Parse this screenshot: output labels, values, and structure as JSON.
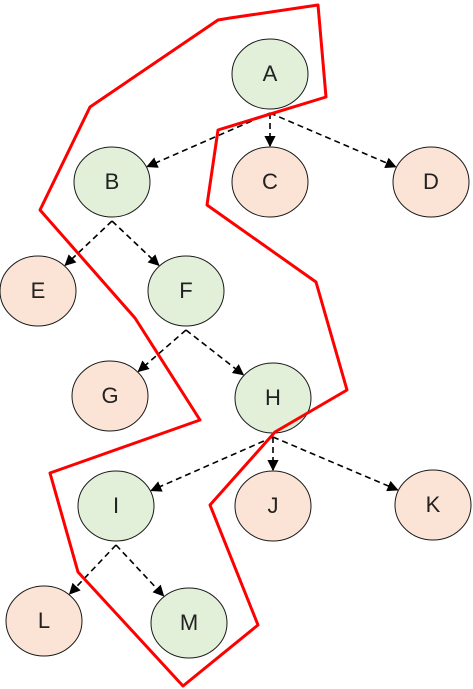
{
  "diagram": {
    "colors": {
      "visited_fill": "#e2efd9",
      "unvisited_fill": "#fbe4d5",
      "node_stroke": "#1a1a1a",
      "edge": "#000000",
      "path": "#ff0000"
    },
    "nodes": [
      {
        "id": "A",
        "label": "A",
        "visited": true
      },
      {
        "id": "B",
        "label": "B",
        "visited": true
      },
      {
        "id": "C",
        "label": "C",
        "visited": false
      },
      {
        "id": "D",
        "label": "D",
        "visited": false
      },
      {
        "id": "E",
        "label": "E",
        "visited": false
      },
      {
        "id": "F",
        "label": "F",
        "visited": true
      },
      {
        "id": "G",
        "label": "G",
        "visited": false
      },
      {
        "id": "H",
        "label": "H",
        "visited": true
      },
      {
        "id": "I",
        "label": "I",
        "visited": true
      },
      {
        "id": "J",
        "label": "J",
        "visited": false
      },
      {
        "id": "K",
        "label": "K",
        "visited": false
      },
      {
        "id": "L",
        "label": "L",
        "visited": false
      },
      {
        "id": "M",
        "label": "M",
        "visited": true
      }
    ],
    "edges": [
      {
        "from": "A",
        "to": "B"
      },
      {
        "from": "A",
        "to": "C"
      },
      {
        "from": "A",
        "to": "D"
      },
      {
        "from": "B",
        "to": "E"
      },
      {
        "from": "B",
        "to": "F"
      },
      {
        "from": "F",
        "to": "G"
      },
      {
        "from": "F",
        "to": "H"
      },
      {
        "from": "H",
        "to": "I"
      },
      {
        "from": "H",
        "to": "J"
      },
      {
        "from": "H",
        "to": "K"
      },
      {
        "from": "I",
        "to": "L"
      },
      {
        "from": "I",
        "to": "M"
      }
    ]
  }
}
